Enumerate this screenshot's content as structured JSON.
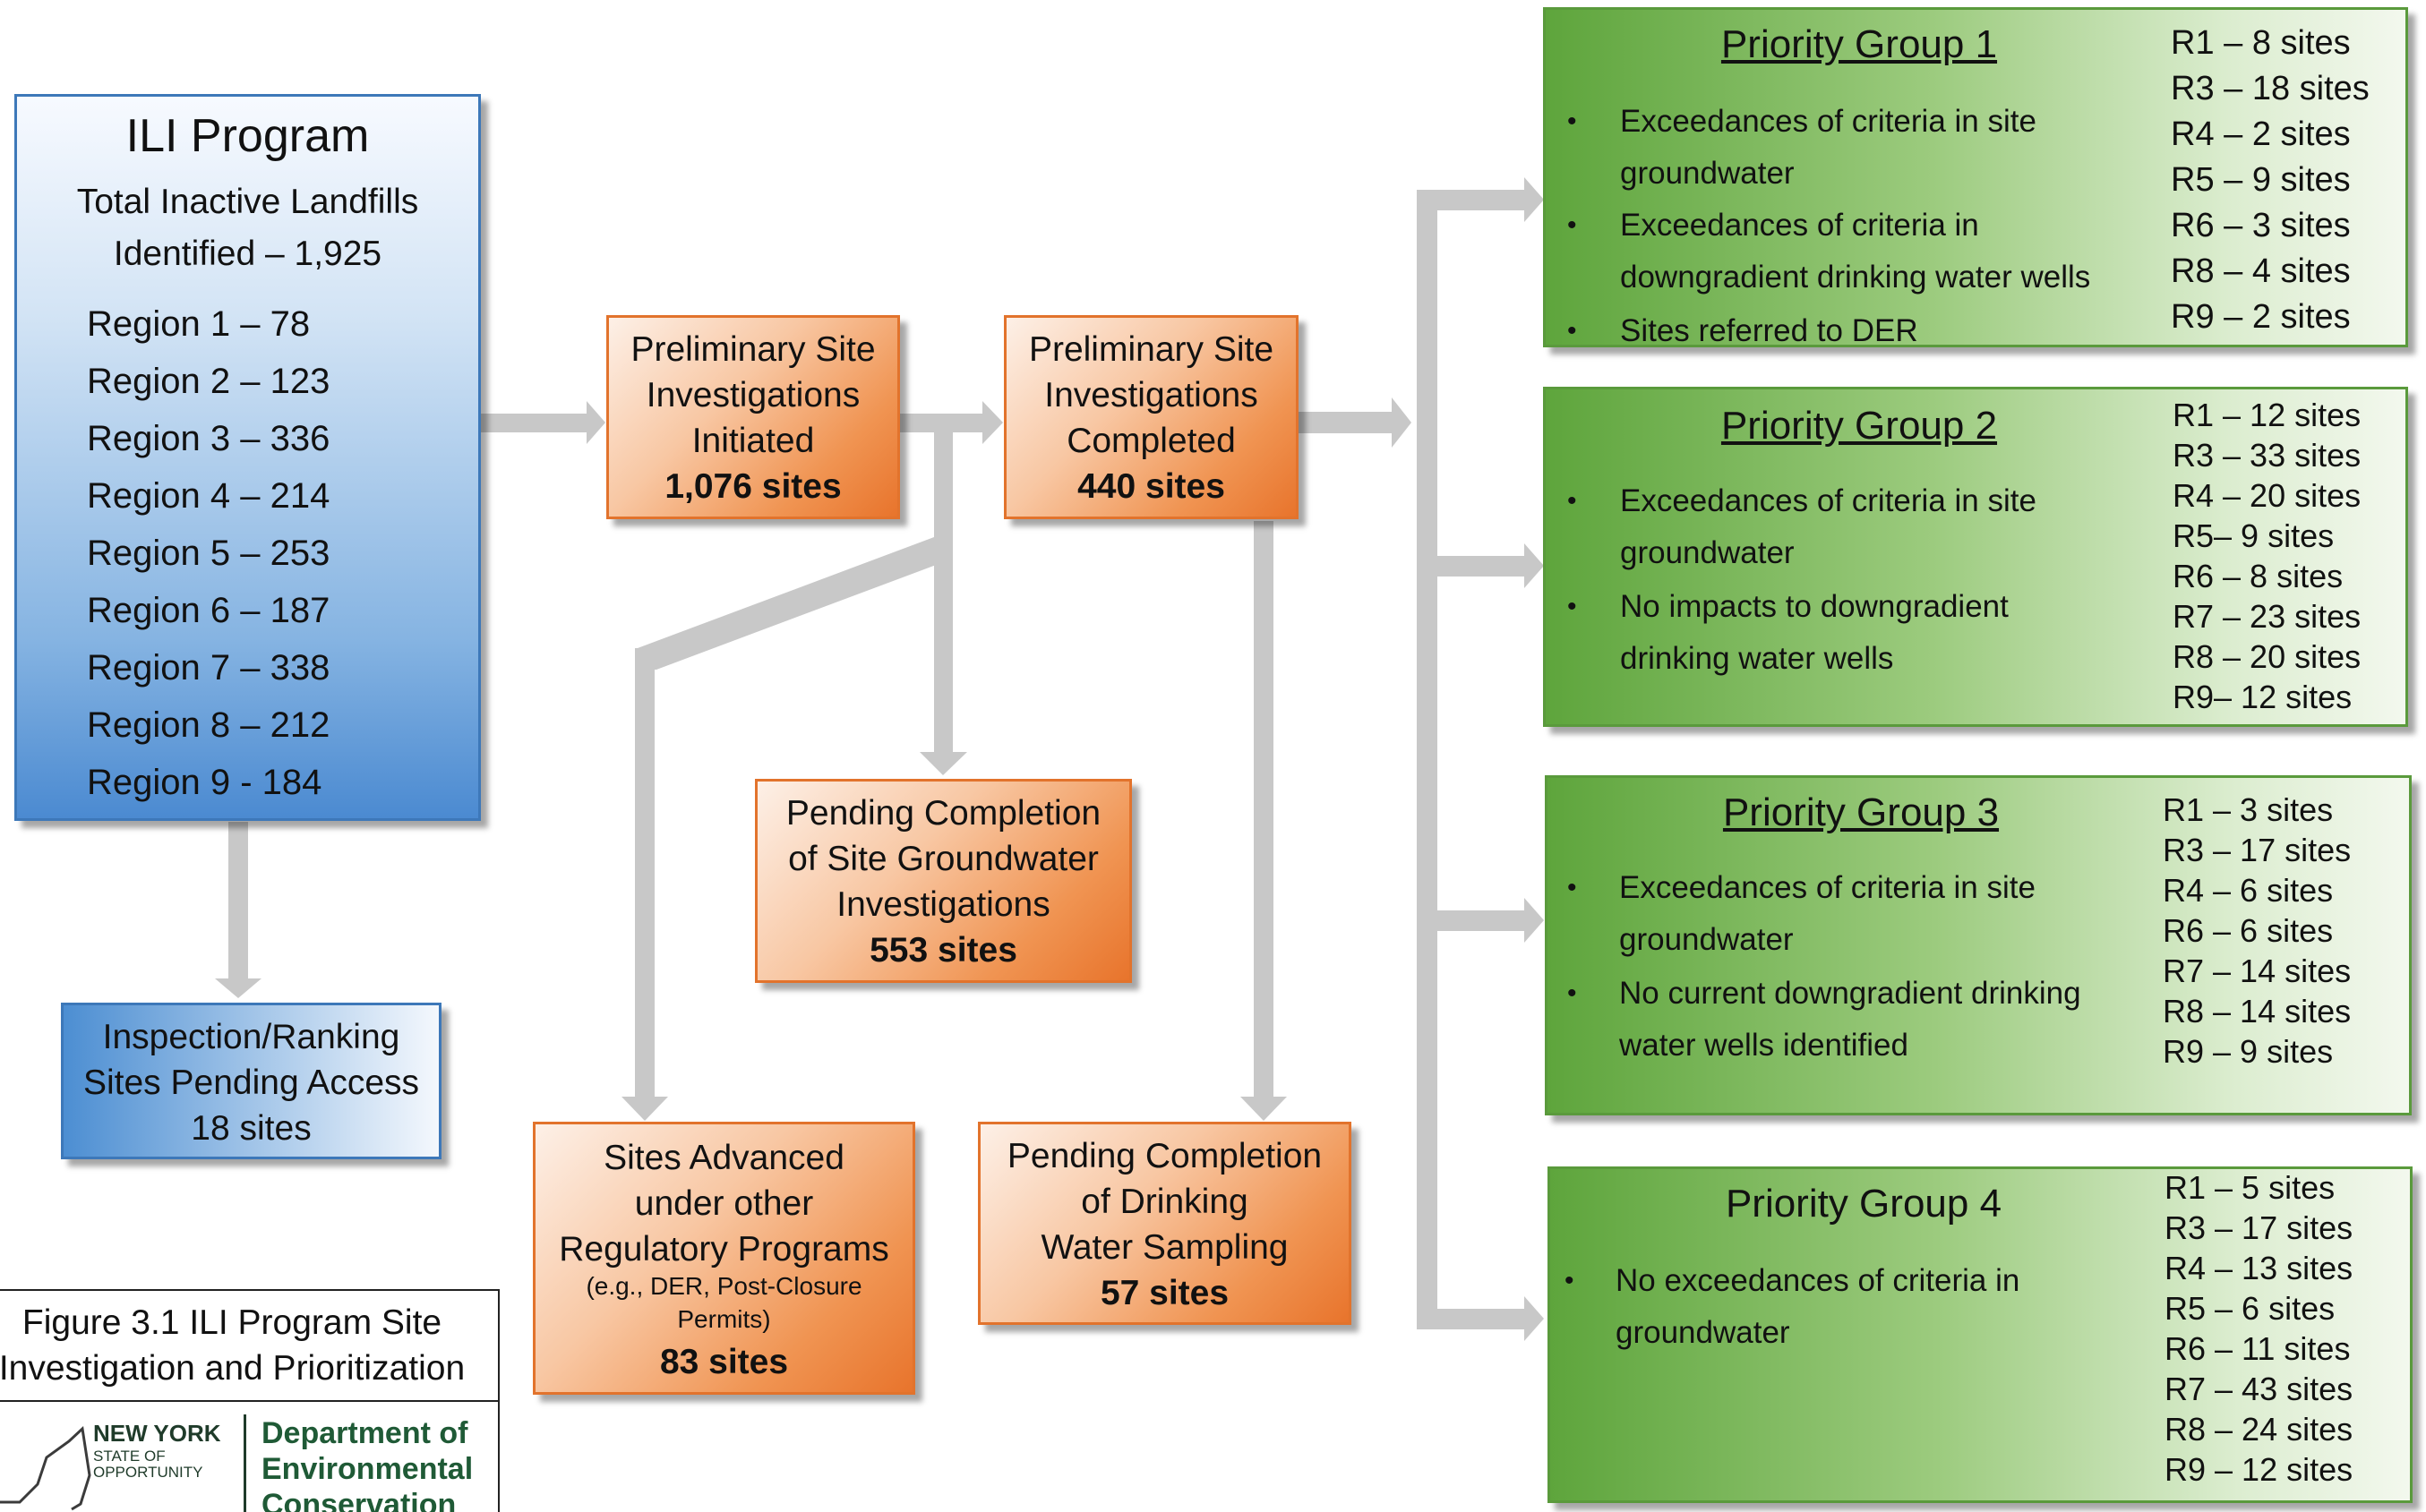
{
  "ili": {
    "title": "ILI Program",
    "subtitle_line1": "Total Inactive Landfills",
    "subtitle_line2": "Identified – 1,925",
    "regions": [
      "Region 1 – 78",
      "Region 2 – 123",
      "Region 3 – 336",
      "Region 4 – 214",
      "Region 5 – 253",
      "Region 6 – 187",
      "Region 7 – 338",
      "Region 8 – 212",
      "Region 9 - 184"
    ]
  },
  "inspection": {
    "line1": "Inspection/Ranking",
    "line2": "Sites Pending Access",
    "count": "18 sites"
  },
  "psi_initiated": {
    "line1": "Preliminary Site",
    "line2": "Investigations",
    "line3": "Initiated",
    "count": "1,076 sites"
  },
  "psi_completed": {
    "line1": "Preliminary Site",
    "line2": "Investigations",
    "line3": "Completed",
    "count": "440 sites"
  },
  "pending_groundwater": {
    "line1": "Pending Completion",
    "line2": "of Site Groundwater",
    "line3": "Investigations",
    "count": "553 sites"
  },
  "advanced": {
    "line1": "Sites Advanced",
    "line2": "under other",
    "line3": "Regulatory Programs",
    "note1": "(e.g., DER, Post-Closure",
    "note2": "Permits)",
    "count": "83 sites"
  },
  "pending_drinking": {
    "line1": "Pending Completion",
    "line2": "of Drinking",
    "line3": "Water Sampling",
    "count": "57 sites"
  },
  "groups": [
    {
      "title": "Priority Group 1",
      "bullets": [
        [
          "Exceedances of criteria in site",
          "groundwater"
        ],
        [
          "Exceedances of criteria in",
          "downgradient drinking water wells"
        ],
        [
          "Sites referred to DER"
        ]
      ],
      "sites": [
        "R1 – 8 sites",
        "R3 – 18 sites",
        "R4 – 2 sites",
        "R5 – 9 sites",
        "R6 – 3 sites",
        "R8 – 4 sites",
        "R9 – 2 sites"
      ]
    },
    {
      "title": "Priority Group 2",
      "bullets": [
        [
          "Exceedances of criteria in site",
          "groundwater"
        ],
        [
          "No impacts to downgradient",
          "drinking water wells"
        ]
      ],
      "sites": [
        "R1 – 12 sites",
        "R3 – 33 sites",
        "R4 – 20 sites",
        "R5– 9 sites",
        "R6 – 8 sites",
        "R7 – 23 sites",
        "R8 – 20 sites",
        "R9– 12 sites"
      ]
    },
    {
      "title": "Priority Group 3",
      "bullets": [
        [
          "Exceedances of criteria in site",
          "groundwater"
        ],
        [
          "No current downgradient drinking",
          "water wells identified"
        ]
      ],
      "sites": [
        "R1 – 3 sites",
        "R3 – 17 sites",
        "R4 – 6 sites",
        "R6 – 6 sites",
        "R7 – 14 sites",
        "R8 – 14 sites",
        "R9 – 9 sites"
      ]
    },
    {
      "title": "Priority Group 4",
      "bullets": [
        [
          "No exceedances of criteria in",
          "groundwater"
        ]
      ],
      "sites": [
        "R1 – 5 sites",
        "R3 – 17 sites",
        "R4 – 13 sites",
        "R5 – 6 sites",
        "R6 – 11 sites",
        "R7 – 43 sites",
        "R8 – 24 sites",
        "R9 – 12 sites"
      ]
    }
  ],
  "caption": {
    "line1": "Figure 3.1 ILI Program Site",
    "line2": "Investigation and Prioritization"
  },
  "logo": {
    "state1": "NEW YORK",
    "state2": "STATE OF",
    "state3": "OPPORTUNITY",
    "dept1": "Department of",
    "dept2": "Environmental",
    "dept3": "Conservation"
  },
  "colors": {
    "blue": "#4c8ed2",
    "orange": "#e8742c",
    "green": "#5ea53c",
    "connector": "#c8c8c8"
  }
}
